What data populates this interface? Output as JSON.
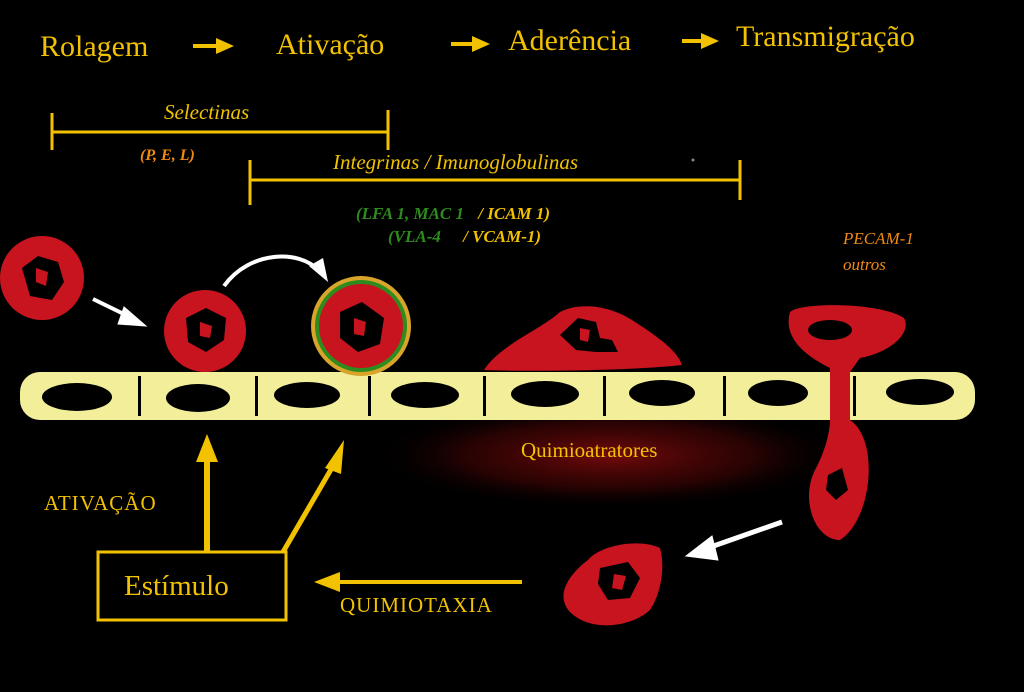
{
  "steps": [
    "Rolagem",
    "Ativação",
    "Aderência",
    "Transmigração"
  ],
  "selectins": {
    "label": "Selectinas",
    "types": "(P, E, L)"
  },
  "integrins": {
    "label": "Integrinas / Imunoglobulinas",
    "pair1_integrin": "(LFA 1, MAC 1",
    "pair1_ligand": "/ ICAM 1)",
    "pair2_integrin": "(VLA-4",
    "pair2_ligand": "/ VCAM-1)"
  },
  "pecam": {
    "label": "PECAM-1",
    "others": "outros"
  },
  "chemoattractants": "Quimioatratores",
  "activation": "ATIVAÇÃO",
  "stimulus": "Estímulo",
  "chemotaxis": "QUIMIOTAXIA",
  "colors": {
    "background": "#000000",
    "label_yellow": "#f2c200",
    "cell_red": "#c8141e",
    "endothelium": "#f2ee9a",
    "integrin_green": "#2e8b1e"
  }
}
